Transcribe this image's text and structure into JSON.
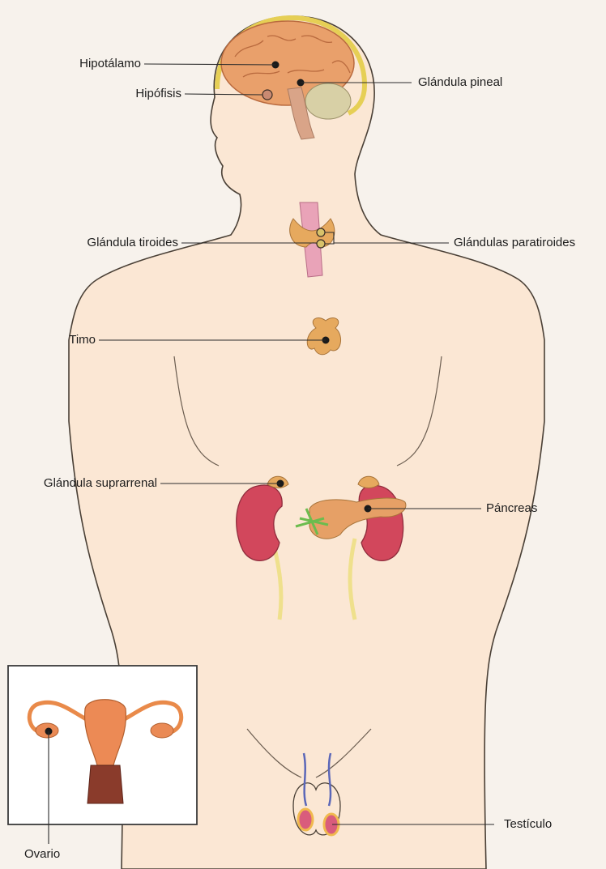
{
  "labels": {
    "hipotalamo": "Hipotálamo",
    "hipofisis": "Hipófisis",
    "pineal": "Glándula pineal",
    "tiroides": "Glándula tiroides",
    "paratiroides": "Glándulas paratiroides",
    "timo": "Timo",
    "suprarrenal": "Glándula suprarrenal",
    "pancreas": "Páncreas",
    "testiculo": "Testículo",
    "ovario": "Ovario"
  },
  "colors": {
    "background": "#f7f2ec",
    "skin": "#fbe7d4",
    "outline": "#4a4036",
    "brain": "#e9a06b",
    "kidney": "#d2475c",
    "gland": "#e6a95e",
    "ureter": "#efe08c",
    "leader_line": "#2b2b2b"
  }
}
